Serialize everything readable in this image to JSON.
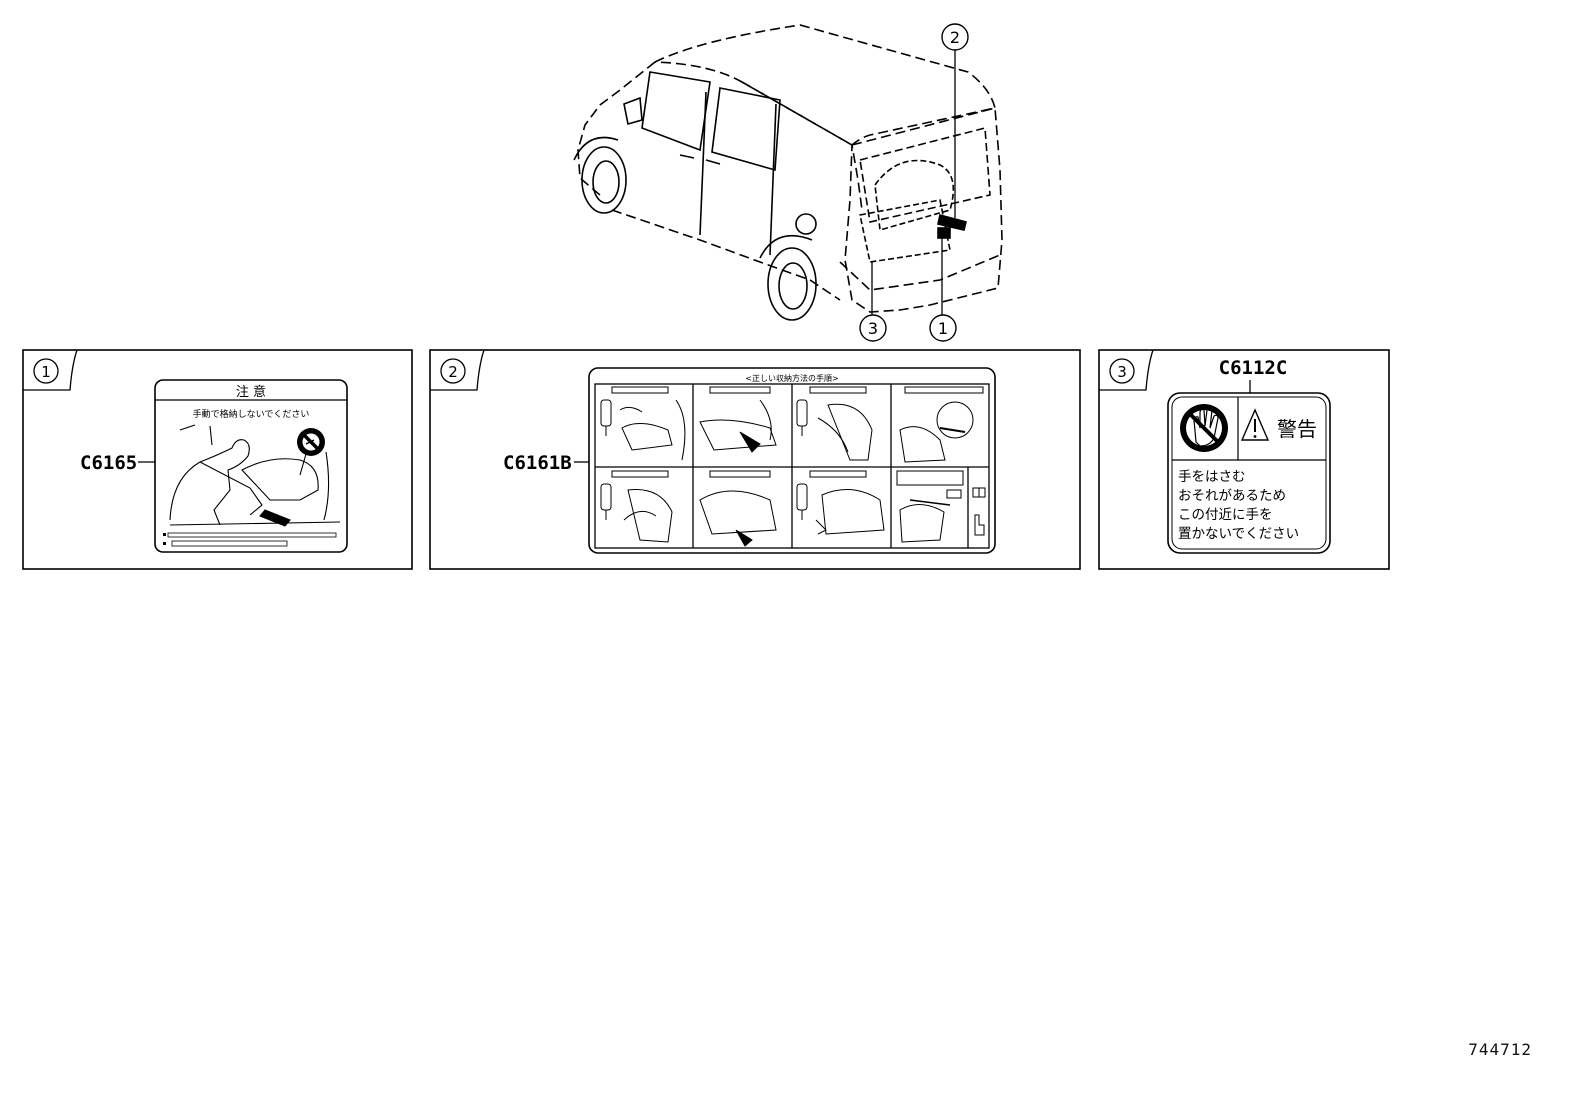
{
  "callouts": [
    "1",
    "2",
    "3"
  ],
  "panels": [
    {
      "number": "1",
      "part_code": "C6165",
      "label_title": "注 意",
      "label_text": "手動で格納しないでください"
    },
    {
      "number": "2",
      "part_code": "C6161B",
      "label_header": "<正しい収納方法の手順>"
    },
    {
      "number": "3",
      "part_code": "C6112C",
      "label_title": "警告",
      "label_lines": [
        "手をはさむ",
        "おそれがあるため",
        "この付近に手を",
        "置かないでください"
      ]
    }
  ],
  "doc_id": "744712"
}
